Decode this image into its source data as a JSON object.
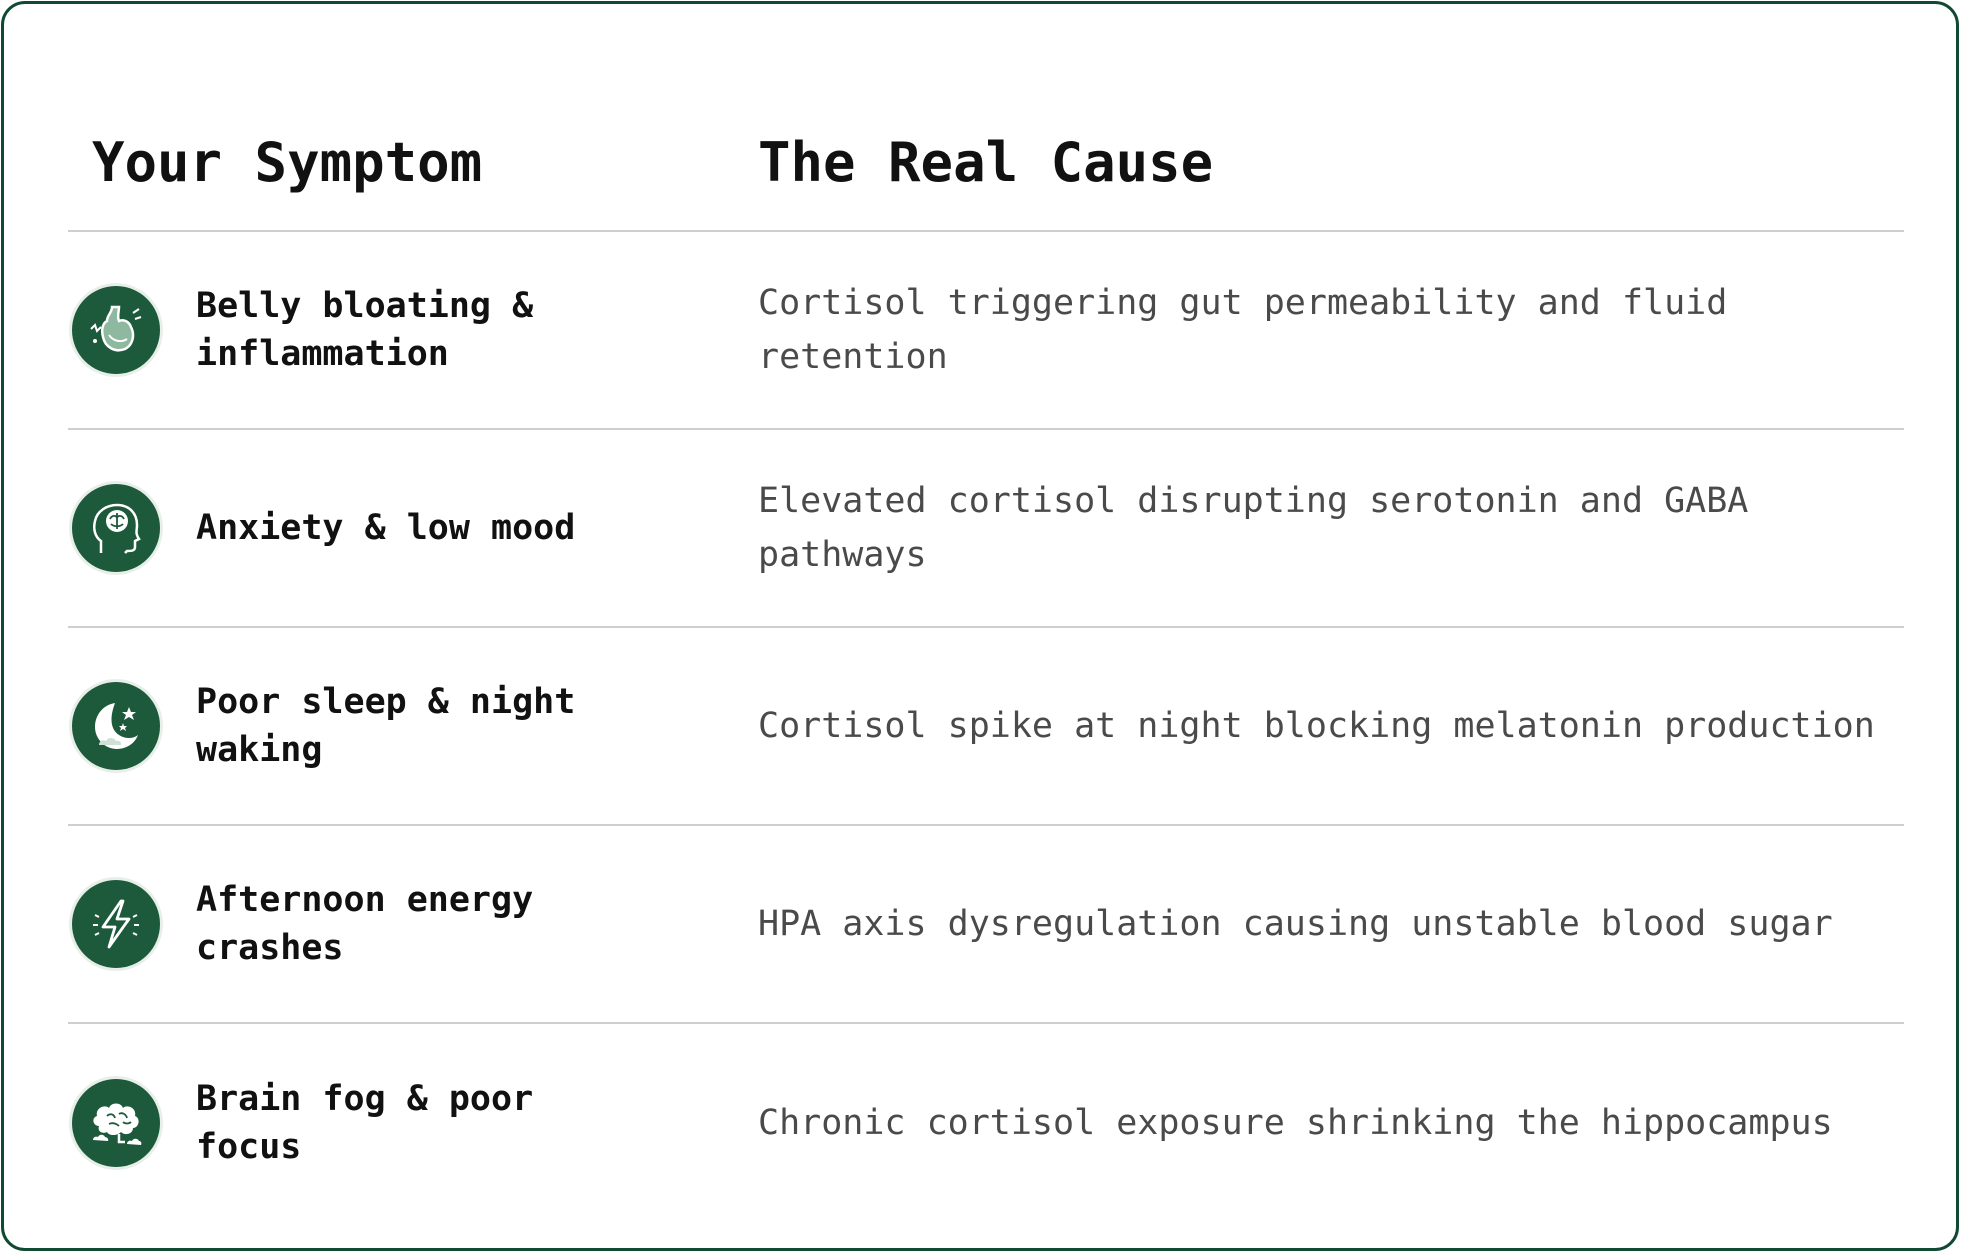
{
  "header": {
    "symptom_label": "Your Symptom",
    "cause_label": "The Real Cause"
  },
  "rows": [
    {
      "symptom": "Belly bloating & inflammation",
      "cause": "Cortisol triggering gut permeability and fluid retention",
      "icon": "stomach-icon"
    },
    {
      "symptom": "Anxiety & low mood",
      "cause": "Elevated cortisol disrupting serotonin and GABA pathways",
      "icon": "head-brain-icon"
    },
    {
      "symptom": "Poor sleep & night waking",
      "cause": "Cortisol spike at night blocking melatonin production",
      "icon": "moon-stars-icon"
    },
    {
      "symptom": "Afternoon energy crashes",
      "cause": "HPA axis dysregulation causing unstable blood sugar",
      "icon": "lightning-bolt-icon"
    },
    {
      "symptom": "Brain fog & poor focus",
      "cause": "Chronic cortisol exposure shrinking the hippocampus",
      "icon": "brain-cloud-icon"
    }
  ],
  "colors": {
    "accent": "#1d5a3b",
    "border": "#114a32",
    "divider": "#cfcfcf",
    "symptom_text": "#111111",
    "cause_text": "#4a4a4a"
  }
}
